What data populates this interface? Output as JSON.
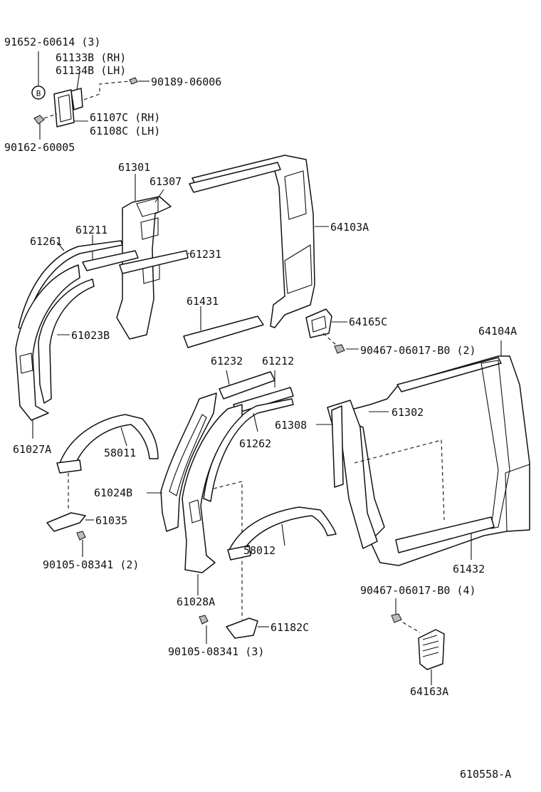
{
  "diagram": {
    "catalog_code": "610558-A",
    "labels": {
      "p91652": "91652-60614 (3)",
      "p61133b": "61133B (RH)",
      "p61134b": "61134B (LH)",
      "p90189": "90189-06006",
      "p61107c": "61107C (RH)",
      "p61108c": "61108C (LH)",
      "p90162": "90162-60005",
      "p61301": "61301",
      "p61307": "61307",
      "p64103a": "64103A",
      "p61261": "61261",
      "p61211": "61211",
      "p61231": "61231",
      "p61431": "61431",
      "p64165c": "64165C",
      "p61023b": "61023B",
      "p90467a": "90467-06017-B0 (2)",
      "p64104a": "64104A",
      "p61232": "61232",
      "p61212": "61212",
      "p61302": "61302",
      "p61308": "61308",
      "p61262": "61262",
      "p61027a": "61027A",
      "p58011": "58011",
      "p61024b": "61024B",
      "p61035": "61035",
      "p90105a": "90105-08341 (2)",
      "p58012": "58012",
      "p61432": "61432",
      "p90467b": "90467-06017-B0 (4)",
      "p61028a": "61028A",
      "p61182c": "61182C",
      "p90105b": "90105-08341 (3)",
      "p64163a": "64163A",
      "badge_b": "B"
    }
  }
}
